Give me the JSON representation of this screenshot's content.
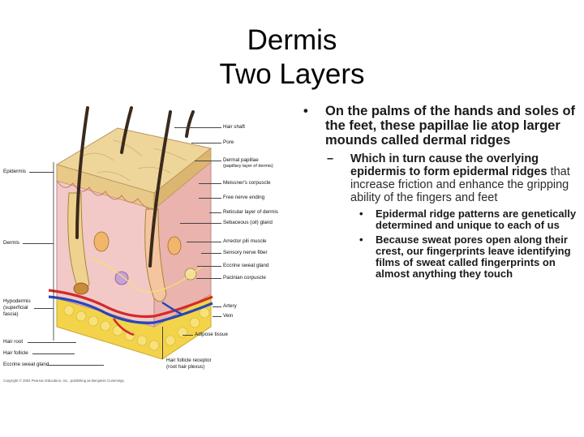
{
  "slide": {
    "title_line1": "Dermis",
    "title_line2": "Two Layers"
  },
  "diagram": {
    "left_labels": {
      "epidermis": "Epidermis",
      "dermis": "Dermis",
      "hypodermis": "Hypodermis",
      "hypodermis_sub1": "(superficial",
      "hypodermis_sub2": "fascia)",
      "hair_root": "Hair root",
      "hair_follicle": "Hair follicle",
      "eccrine_sweat_gland": "Eccrine sweat gland"
    },
    "right_labels": {
      "hair_shaft": "Hair shaft",
      "pore": "Pore",
      "dermal_papillae": "Dermal papillae",
      "dermal_papillae_sub": "(papillary layer of dermis)",
      "meissners_corpuscle": "Meissner's corpuscle",
      "free_nerve_ending": "Free nerve ending",
      "reticular_layer": "Reticular layer of dermis",
      "sebaceous_gland": "Sebaceous (oil) gland",
      "arrector_pili": "Arrector pili muscle",
      "sensory_nerve": "Sensory nerve fiber",
      "eccrine_sweat_gland": "Eccrine sweat gland",
      "pacinian_corpuscle": "Pacinian corpuscle",
      "artery": "Artery",
      "vein": "Vein",
      "adipose_tissue": "Adipose tissue",
      "hair_follicle_receptor": "Hair follicle receptor",
      "hair_follicle_receptor_sub": "(root hair plexus)"
    },
    "copyright": "Copyright © 2004 Pearson Education, Inc., publishing as Benjamin Cummings."
  },
  "bullets": {
    "level1": "On the palms of the hands and soles of the feet, these papillae lie atop larger mounds called dermal ridges",
    "level1_mark": "•",
    "level2_bold": "Which in turn cause the overlying epidermis to form epidermal ridges",
    "level2_normal": " that increase friction and enhance the gripping ability of the fingers and feet",
    "level2_mark": "–",
    "level3": [
      "Epidermal ridge patterns are genetically determined and unique to each of us",
      "Because sweat pores open along their crest, our fingerprints leave identifying films of sweat called fingerprints on almost anything they touch"
    ],
    "level3_mark": "•"
  },
  "colors": {
    "epidermis": "#e8c987",
    "dermis": "#f2c9c6",
    "hypodermis_fat": "#f3d34a",
    "artery": "#d22a2a",
    "vein": "#2747b8",
    "hair": "#3a2a1e"
  }
}
